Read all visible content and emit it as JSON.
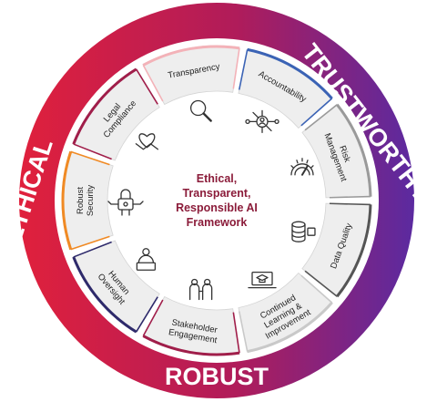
{
  "center": {
    "lines": [
      "Ethical,",
      "Transparent,",
      "Responsible AI",
      "Framework"
    ]
  },
  "ring_words": {
    "trustworthy": "TRUSTWORTHY",
    "ethical": "ETHICAL",
    "robust": "ROBUST"
  },
  "colors": {
    "ring_left": "#e0203c",
    "ring_mid": "#b01c5a",
    "ring_right": "#5b2aa0",
    "segment_fill": "#eeeeee",
    "center_text": "#8b1c3a"
  },
  "segments": [
    {
      "id": "robust-security",
      "lines": [
        "Robust",
        "Security"
      ],
      "icon": "padlock-circuit-icon",
      "accent": "#f08a24"
    },
    {
      "id": "legal-compliance",
      "lines": [
        "Legal",
        "Compliance"
      ],
      "icon": "handshake-heart-icon",
      "accent": "#a01e4a"
    },
    {
      "id": "transparency",
      "lines": [
        "Transparency"
      ],
      "icon": "magnifier-icon",
      "accent": "#f3b2b8"
    },
    {
      "id": "accountability",
      "lines": [
        "Accountability"
      ],
      "icon": "network-person-icon",
      "accent": "#3b63b5"
    },
    {
      "id": "risk-management",
      "lines": [
        "Risk",
        "Management"
      ],
      "icon": "risk-gauge-icon",
      "accent": "#9a9a9a"
    },
    {
      "id": "data-quality",
      "lines": [
        "Data Quality"
      ],
      "icon": "database-check-icon",
      "accent": "#555555"
    },
    {
      "id": "continued-learning",
      "lines": [
        "Continued",
        "Learning &",
        "Improvement"
      ],
      "icon": "laptop-graduation-icon",
      "accent": "#c9c9c9"
    },
    {
      "id": "stakeholder-engagement",
      "lines": [
        "Stakeholder",
        "Engagement"
      ],
      "icon": "people-meeting-icon",
      "accent": "#a01e4a"
    },
    {
      "id": "human-oversight",
      "lines": [
        "Human",
        "Oversight"
      ],
      "icon": "person-computer-icon",
      "accent": "#2e2a6b"
    }
  ]
}
